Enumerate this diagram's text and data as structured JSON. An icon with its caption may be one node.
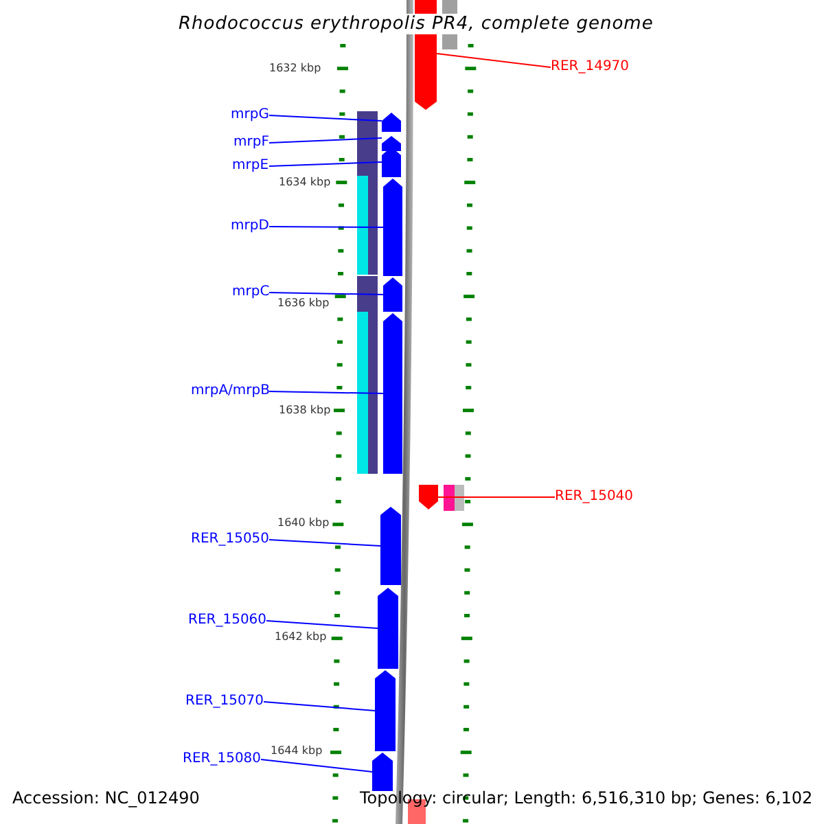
{
  "diagram": {
    "title": "Rhodococcus erythropolis PR4, complete genome",
    "nodes": [
      {
        "text": [
          "RER_14970"
        ]
      },
      {
        "text": [],
        "shape": "bar"
      },
      {
        "text": [
          "mrpG"
        ]
      },
      {
        "text": [],
        "shape": "bar"
      },
      {
        "text": [
          "mrpF"
        ]
      },
      {
        "text": [],
        "shape": "bar"
      },
      {
        "text": [
          "mrpE"
        ]
      },
      {
        "text": [],
        "shape": "bar"
      },
      {
        "text": [
          "mrpD"
        ]
      },
      {
        "text": [],
        "shape": "bar"
      },
      {
        "text": [
          "mrpC"
        ]
      },
      {
        "text": [],
        "shape": "bar"
      },
      {
        "text": [
          "mrpA/mrpB"
        ]
      },
      {
        "text": [],
        "shape": "bar"
      },
      {
        "text": [
          "RER_15040"
        ]
      },
      {
        "text": [],
        "shape": "bar"
      },
      {
        "text": [
          "RER_15050"
        ]
      },
      {
        "text": [],
        "shape": "bar"
      },
      {
        "text": [
          "RER_15060"
        ]
      },
      {
        "text": [],
        "shape": "bar"
      },
      {
        "text": [
          "RER_15070"
        ]
      },
      {
        "text": [],
        "shape": "bar"
      },
      {
        "text": [
          "RER_15080"
        ]
      },
      {
        "text": [],
        "shape": "bar"
      }
    ],
    "edges": [
      {
        "from": 0,
        "to": 1,
        "arrow": "none",
        "color": "#ff0000"
      },
      {
        "from": 2,
        "to": 3,
        "arrow": "none"
      },
      {
        "from": 4,
        "to": 5,
        "arrow": "none"
      },
      {
        "from": 6,
        "to": 7,
        "arrow": "none"
      },
      {
        "from": 8,
        "to": 9,
        "arrow": "none"
      },
      {
        "from": 10,
        "to": 11,
        "arrow": "none"
      },
      {
        "from": 12,
        "to": 13,
        "arrow": "none"
      },
      {
        "from": 14,
        "to": 15,
        "arrow": "none",
        "color": "#ff0000"
      },
      {
        "from": 16,
        "to": 17,
        "arrow": "none"
      },
      {
        "from": 18,
        "to": 19,
        "arrow": "none"
      },
      {
        "from": 20,
        "to": 21,
        "arrow": "none"
      },
      {
        "from": 22,
        "to": 23,
        "arrow": "none"
      }
    ],
    "labels": [
      "1632 kbp",
      "1634 kbp",
      "1636 kbp",
      "1638 kbp",
      "1640 kbp",
      "1642 kbp",
      "1644 kbp",
      "Accession: NC_012490",
      "Topology: circular; Length: 6,516,310 bp; Genes: 6,102"
    ]
  }
}
